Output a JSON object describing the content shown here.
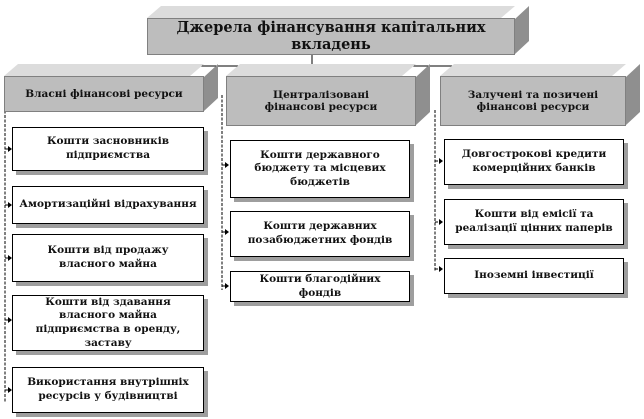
{
  "title": "Джерела фінансування капітальних вкладень",
  "columns": [
    {
      "heading": "Власні фінансові ресурси",
      "items": [
        "Кошти засновників підприємства",
        "Амортизаційні відрахування",
        "Кошти від продажу власного майна",
        "Кошти від здавання власного майна підприємства в оренду, заставу",
        "Використання внутрішніх ресурсів у будівництві"
      ]
    },
    {
      "heading": "Централізовані фінансові ресурси",
      "items": [
        "Кошти державного бюджету та місцевих бюджетів",
        "Кошти державних позабюджетних фондів",
        "Кошти благодійних фондів"
      ]
    },
    {
      "heading": "Залучені та позичені фінансові ресурси",
      "items": [
        "Довгострокові кредити комерційних банків",
        "Кошти від емісії та реалізації цінних паперів",
        "Іноземні інвестиції"
      ]
    }
  ]
}
